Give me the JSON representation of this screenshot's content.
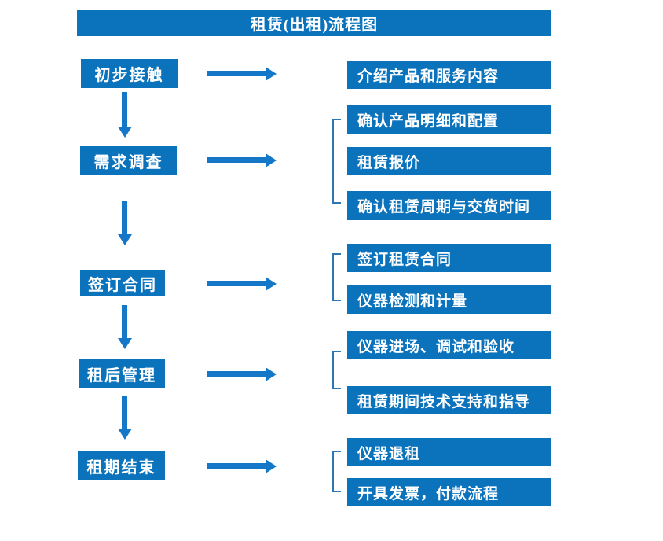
{
  "title": "租赁(出租)流程图",
  "colors": {
    "box_blue": "#0b72bc",
    "arrow_blue": "#1477c8",
    "bracket_blue": "#2e75b6",
    "text_white": "#ffffff",
    "background": "#ffffff"
  },
  "flow": {
    "steps": [
      {
        "label": "初步接触",
        "details": [
          "介绍产品和服务内容"
        ]
      },
      {
        "label": "需求调查",
        "details": [
          "确认产品明细和配置",
          "租赁报价",
          "确认租赁周期与交货时间"
        ]
      },
      {
        "label": "签订合同",
        "details": [
          "签订租赁合同",
          "仪器检测和计量"
        ]
      },
      {
        "label": "租后管理",
        "details": [
          "仪器进场、调试和验收",
          "租赁期间技术支持和指导"
        ]
      },
      {
        "label": "租期结束",
        "details": [
          "仪器退租",
          "开具发票，付款流程"
        ]
      }
    ]
  }
}
